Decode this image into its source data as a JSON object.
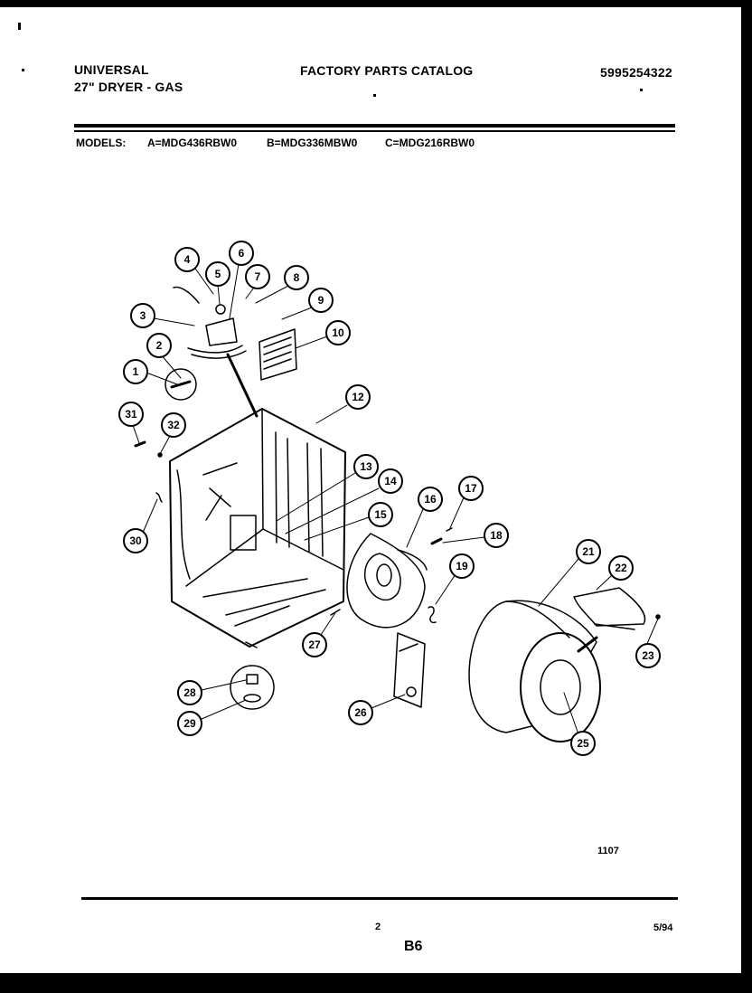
{
  "header": {
    "brand": "UNIVERSAL",
    "product": "27\" DRYER - GAS",
    "catalog_title": "FACTORY PARTS CATALOG",
    "part_number": "5995254322"
  },
  "models": {
    "label": "MODELS:",
    "items": [
      "A=MDG436RBW0",
      "B=MDG336MBW0",
      "C=MDG216RBW0"
    ]
  },
  "diagram": {
    "callouts": [
      "1",
      "2",
      "3",
      "4",
      "5",
      "6",
      "7",
      "8",
      "9",
      "10",
      "12",
      "13",
      "14",
      "15",
      "16",
      "17",
      "18",
      "19",
      "21",
      "22",
      "23",
      "25",
      "26",
      "27",
      "28",
      "29",
      "30",
      "31",
      "32"
    ],
    "figure_number": "1107"
  },
  "footer": {
    "page_number": "2",
    "section_code": "B6",
    "date": "5/94"
  }
}
